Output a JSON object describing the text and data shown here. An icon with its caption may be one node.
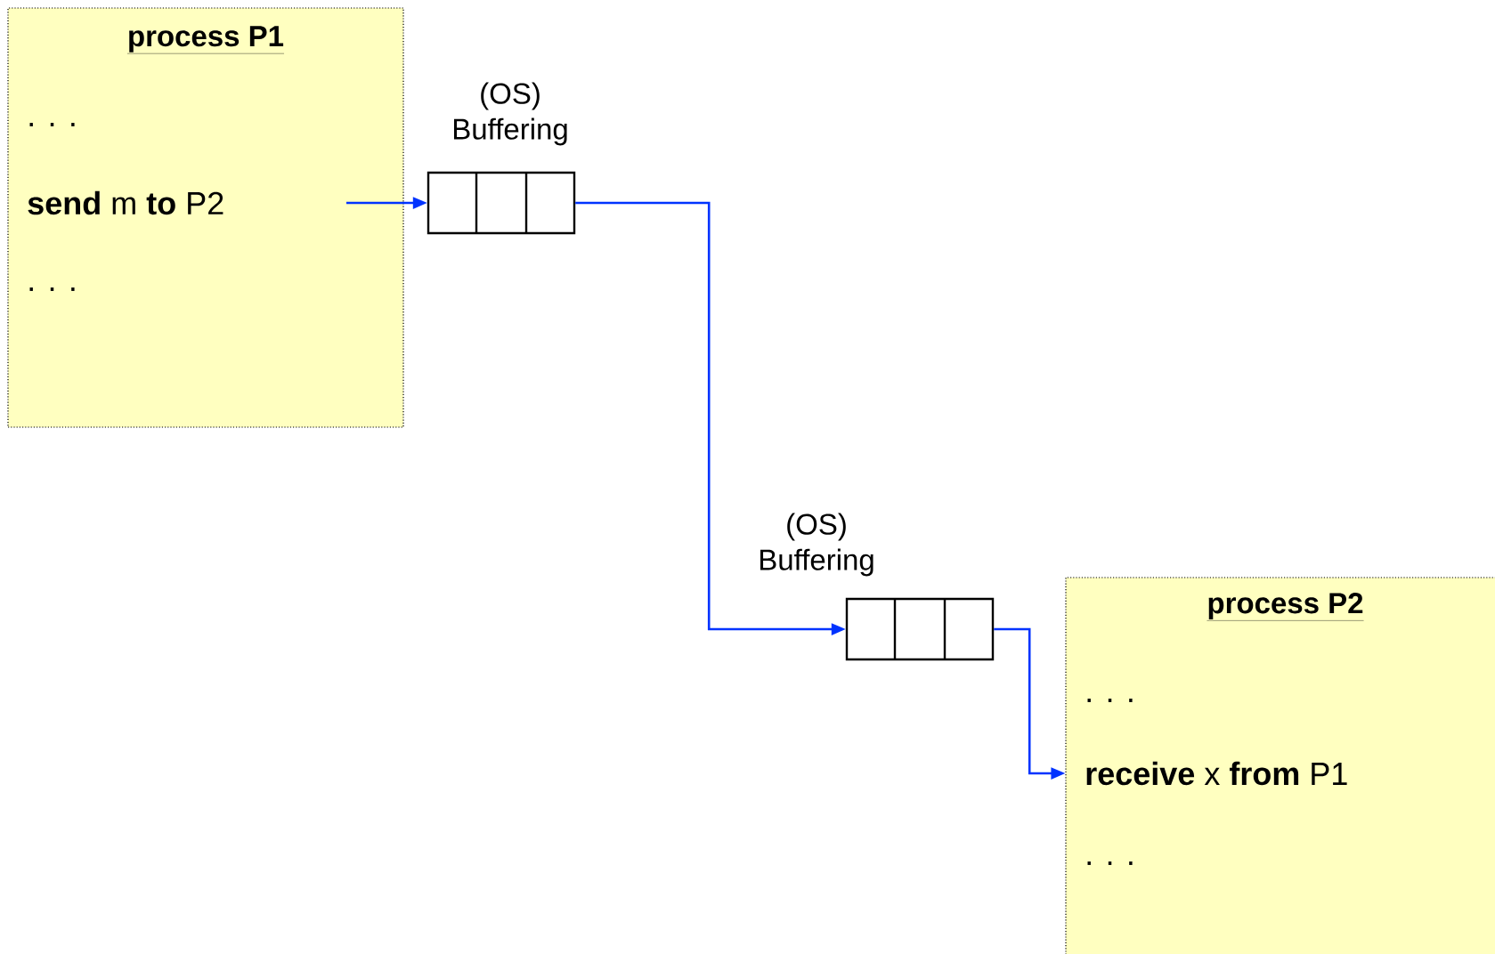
{
  "diagram": {
    "nodes": [
      {
        "text": [
          "process P1",
          ". . .",
          "**send** m **to** P2",
          ". . ."
        ]
      },
      {
        "text": [],
        "shape": "box",
        "beside": [
          "(OS) Buffering"
        ]
      },
      {
        "text": [],
        "shape": "box",
        "beside": [
          "(OS) Buffering"
        ]
      },
      {
        "text": [
          "process P2",
          ". . .",
          "**receive** x **from** P1",
          ". . ."
        ]
      }
    ],
    "edges": [
      {
        "from": 0,
        "to": 1,
        "arrow": "to"
      },
      {
        "from": 1,
        "to": 2,
        "arrow": "to"
      },
      {
        "from": 2,
        "to": 3,
        "arrow": "to"
      }
    ]
  }
}
